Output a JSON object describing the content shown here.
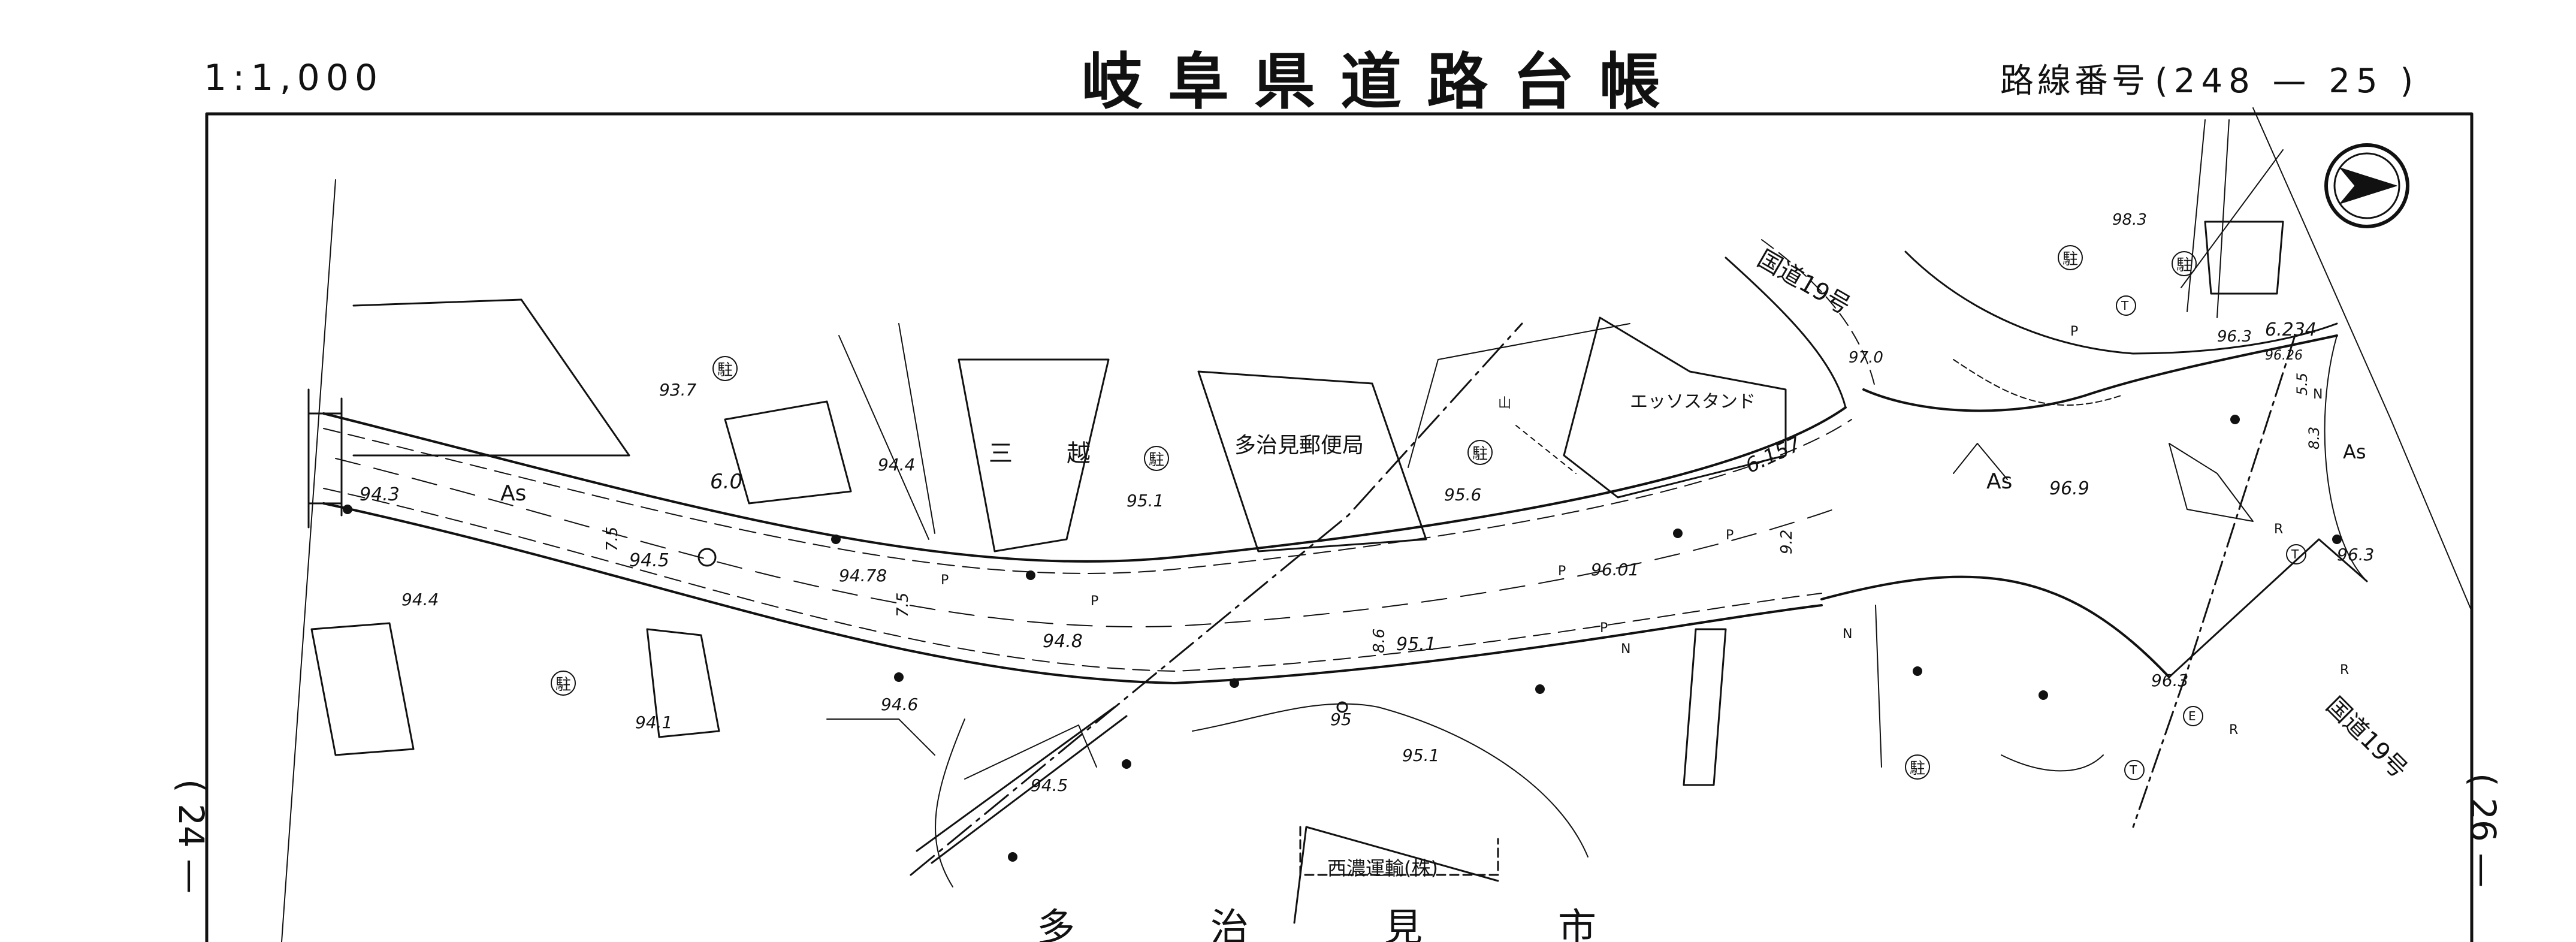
{
  "header": {
    "scale": "1:1,000",
    "title": "岐阜県道路台帳",
    "route_label": "路線番号",
    "route_code": "(248 — 25 )"
  },
  "adjacent_sheets": {
    "previous": "( 24 —",
    "next": "( 26 —"
  },
  "map": {
    "labels": {
      "route19_top": "国道19号",
      "route19_bottom": "国道19号",
      "mitsukoshi_a": "三",
      "mitsukoshi_b": "越",
      "post_office": "多治見郵便局",
      "esso": "エッソスタンド",
      "seino": "西濃運輸(株)",
      "mountain_mark": "山",
      "city_a": "多",
      "city_b": "治",
      "city_c": "見",
      "city_d": "市",
      "asphalt_left": "As",
      "asphalt_right": "As",
      "asphalt_edge": "As"
    },
    "parking_symbol": "駐",
    "elevations": [
      "93.7",
      "94.3",
      "94.4",
      "94.5",
      "94.78",
      "94.4",
      "94.1",
      "94.6",
      "94.8",
      "94.5",
      "95.1",
      "95.6",
      "95.1",
      "95.1",
      "95",
      "96.01",
      "97.0",
      "98.3",
      "96.3",
      "96.26",
      "96.9",
      "96.3",
      "96.3"
    ],
    "widths": [
      "6.0",
      "7.5",
      "7.5",
      "8.6",
      "9.2",
      "6.157",
      "6.234",
      "5.5",
      "8.3"
    ],
    "small_marks": [
      "P",
      "N",
      "R",
      "T",
      "E"
    ],
    "colors": {
      "ink": "#111111",
      "paper": "#ffffff"
    },
    "north_arrow_icon": "north-arrow-icon"
  }
}
